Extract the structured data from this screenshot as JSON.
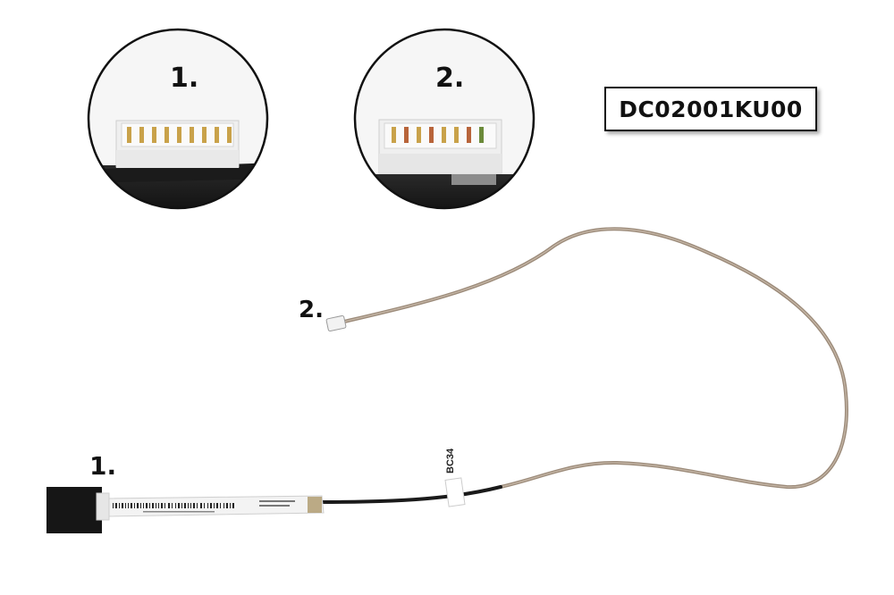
{
  "magnifier_labels": [
    "1.",
    "2."
  ],
  "cable_labels": {
    "end_2": "2.",
    "end_1": "1."
  },
  "part_number": "DC02001KU00",
  "cable_tag_text": "BC34",
  "colors": {
    "background": "#ffffff",
    "connector_white": "#f2f2f2",
    "cable_wire": "#9c8b7a",
    "cable_black": "#1a1a1a",
    "pin_gold": "#c9a24a"
  }
}
